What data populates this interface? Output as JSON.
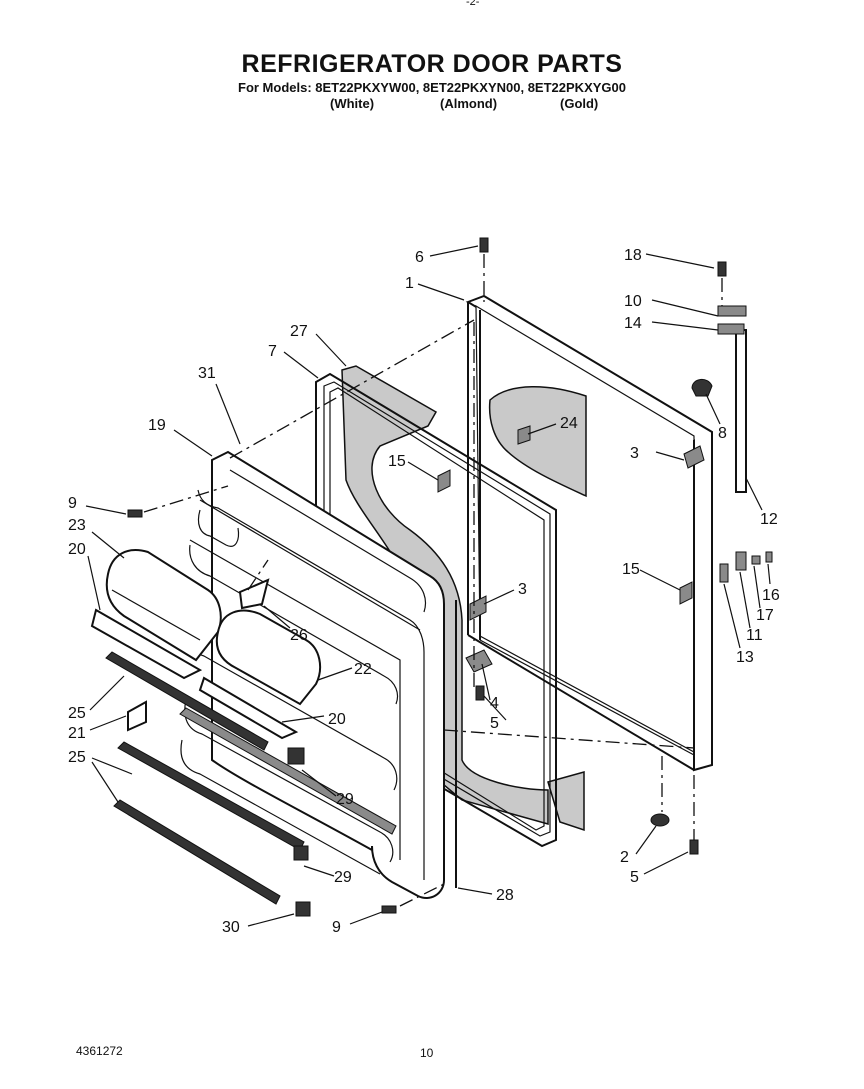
{
  "title": "REFRIGERATOR DOOR PARTS",
  "models_line": "For Models: 8ET22PKXYW00, 8ET22PKXYN00, 8ET22PKXYG00",
  "model_colors": [
    "(White)",
    "(Almond)",
    "(Gold)"
  ],
  "doc_number": "4361272",
  "page_number": "10",
  "top_mark": "-2-",
  "callouts": [
    "1",
    "2",
    "3",
    "3",
    "4",
    "5",
    "5",
    "6",
    "7",
    "8",
    "9",
    "9",
    "10",
    "11",
    "12",
    "13",
    "14",
    "15",
    "15",
    "16",
    "17",
    "18",
    "19",
    "20",
    "20",
    "21",
    "22",
    "23",
    "24",
    "25",
    "25",
    "26",
    "27",
    "28",
    "29",
    "29",
    "30",
    "31"
  ]
}
